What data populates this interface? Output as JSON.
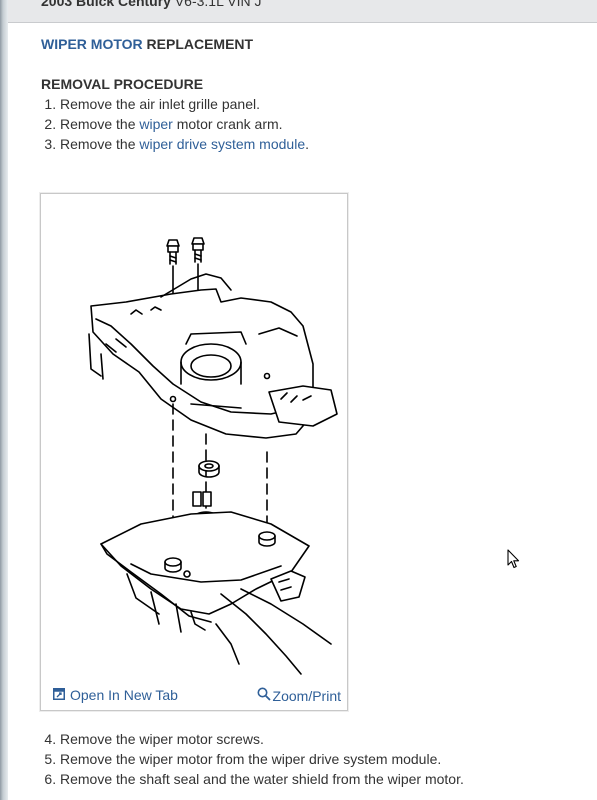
{
  "header": {
    "vehicle_bold": "2003 Buick Century",
    "vehicle_rest": " V6-3.1L VIN J"
  },
  "section": {
    "title_link": "WIPER MOTOR",
    "title_rest": " REPLACEMENT"
  },
  "procedure": {
    "title": "REMOVAL PROCEDURE",
    "steps_before": [
      {
        "pre": "Remove the air inlet grille panel.",
        "link": "",
        "post": ""
      },
      {
        "pre": "Remove the ",
        "link": "wiper",
        "post": " motor crank arm."
      },
      {
        "pre": "Remove the ",
        "link": "wiper drive system module",
        "post": "."
      }
    ],
    "steps_after": [
      "Remove the wiper motor screws.",
      "Remove the wiper motor from the wiper drive system module.",
      "Remove the shaft seal and the water shield from the wiper motor."
    ]
  },
  "figure": {
    "open_label": "Open In New Tab",
    "zoom_label": "Zoom/Print",
    "open_icon": "open-new-tab-icon",
    "zoom_icon": "magnifier-icon"
  },
  "colors": {
    "link": "#2f5f98",
    "text": "#333333",
    "topbar": "#e7e8ea"
  }
}
